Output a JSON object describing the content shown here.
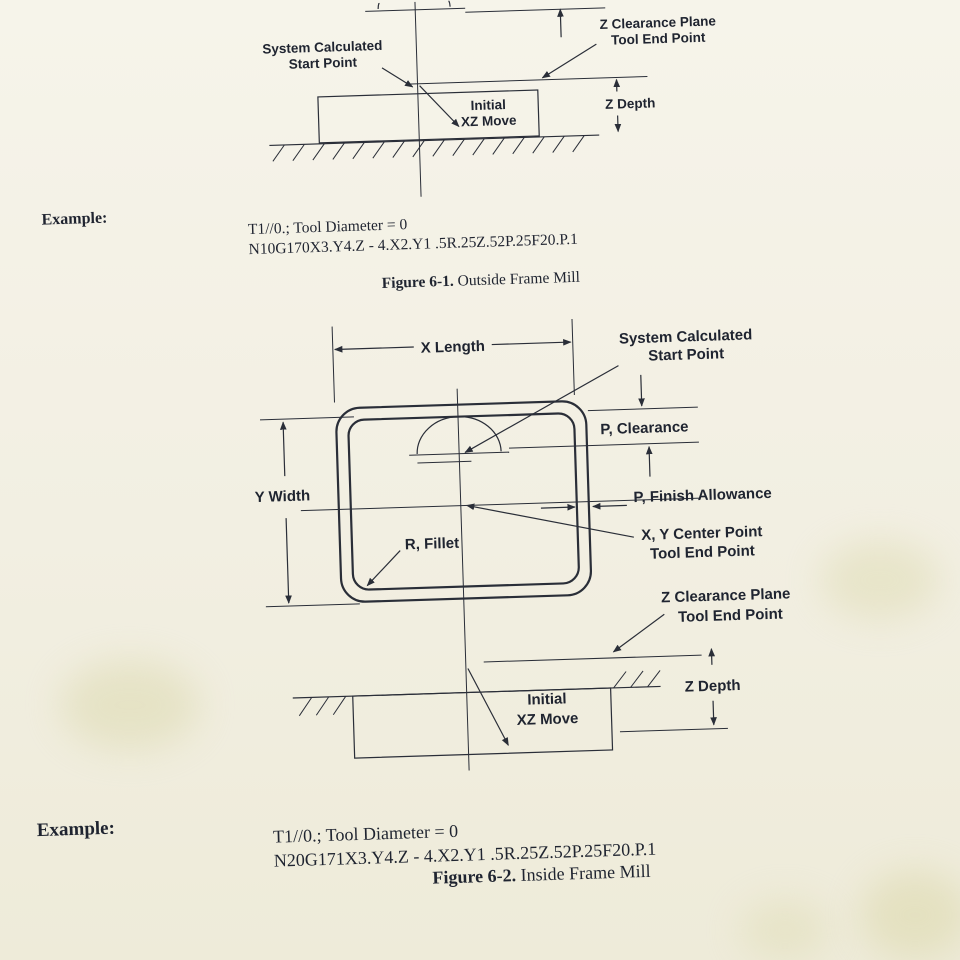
{
  "figure1": {
    "labels": {
      "start_point_line1": "System Calculated",
      "start_point_line2": "Start Point",
      "z_clearance_line1": "Z Clearance Plane",
      "z_clearance_line2": "Tool End Point",
      "initial_move_line1": "Initial",
      "initial_move_line2": "XZ Move",
      "z_depth": "Z Depth"
    },
    "example_heading": "Example:",
    "code_line1": "T1//0.; Tool Diameter = 0",
    "code_line2": "N10G170X3.Y4.Z - 4.X2.Y1 .5R.25Z.52P.25F20.P.1",
    "caption_number": "Figure 6-1.",
    "caption_title": "Outside Frame Mill"
  },
  "figure2": {
    "labels": {
      "x_length": "X Length",
      "start_point_line1": "System Calculated",
      "start_point_line2": "Start Point",
      "p_clearance": "P, Clearance",
      "y_width": "Y Width",
      "p_finish": "P, Finish Allowance",
      "r_fillet": "R, Fillet",
      "center_line1": "X, Y Center Point",
      "center_line2": "Tool End Point",
      "z_clearance_line1": "Z Clearance Plane",
      "z_clearance_line2": "Tool End Point",
      "initial_move_line1": "Initial",
      "initial_move_line2": "XZ Move",
      "z_depth": "Z Depth"
    },
    "example_heading": "Example:",
    "code_line1": "T1//0.; Tool Diameter = 0",
    "code_line2": "N20G171X3.Y4.Z - 4.X2.Y1 .5R.25Z.52P.25F20.P.1",
    "caption_number": "Figure 6-2.",
    "caption_title": "Inside Frame Mill"
  },
  "colors": {
    "paper": "#f3f0e3",
    "ink": "#1f2430"
  }
}
